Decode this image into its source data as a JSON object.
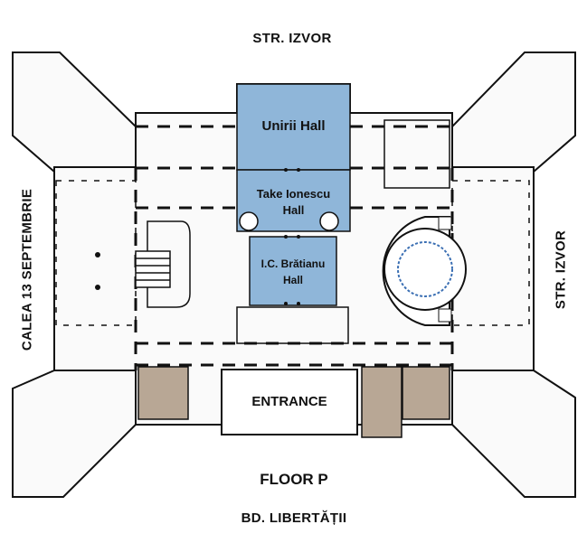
{
  "streets": {
    "top": "STR. IZVOR",
    "right": "STR. IZVOR",
    "bottom": "BD. LIBERTĂȚII",
    "left": "CALEA 13 SEPTEMBRIE"
  },
  "halls": {
    "unirii": "Unirii Hall",
    "take_ionescu_line1": "Take Ionescu",
    "take_ionescu_line2": "Hall",
    "bratianu_line1": "I.C. Brătianu",
    "bratianu_line2": "Hall"
  },
  "entrance": "ENTRANCE",
  "floor": "FLOOR P",
  "colors": {
    "hall_fill": "#8fb6d9",
    "shop_fill": "#b8a795",
    "building_fill": "#fafafa",
    "outline": "#111111",
    "dome_ring": "#3b6fb3"
  }
}
